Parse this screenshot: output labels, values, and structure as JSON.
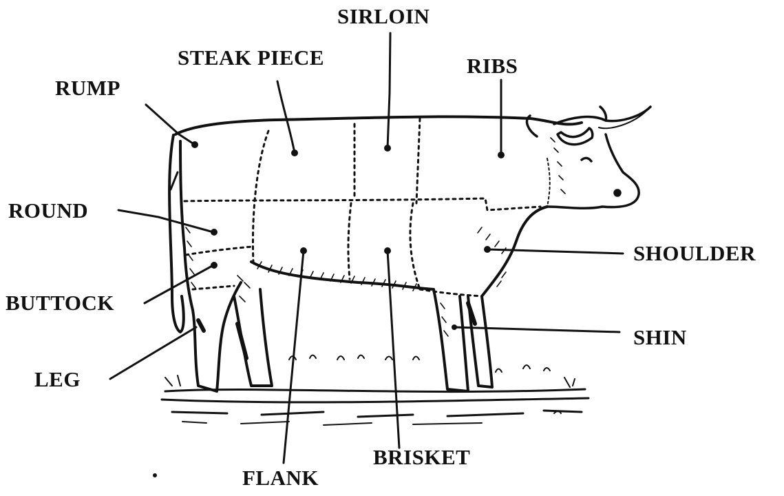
{
  "diagram": {
    "subject": "cow-beef-cuts",
    "ink_color": "#111111",
    "background_color": "#ffffff",
    "labels": {
      "sirloin": "SIRLOIN",
      "steak_piece": "STEAK PIECE",
      "ribs": "RIBS",
      "rump": "RUMP",
      "round": "ROUND",
      "buttock": "BUTTOCK",
      "leg": "LEG",
      "shoulder": "SHOULDER",
      "shin": "SHIN",
      "brisket": "BRISKET",
      "flank": "FLANK"
    }
  }
}
